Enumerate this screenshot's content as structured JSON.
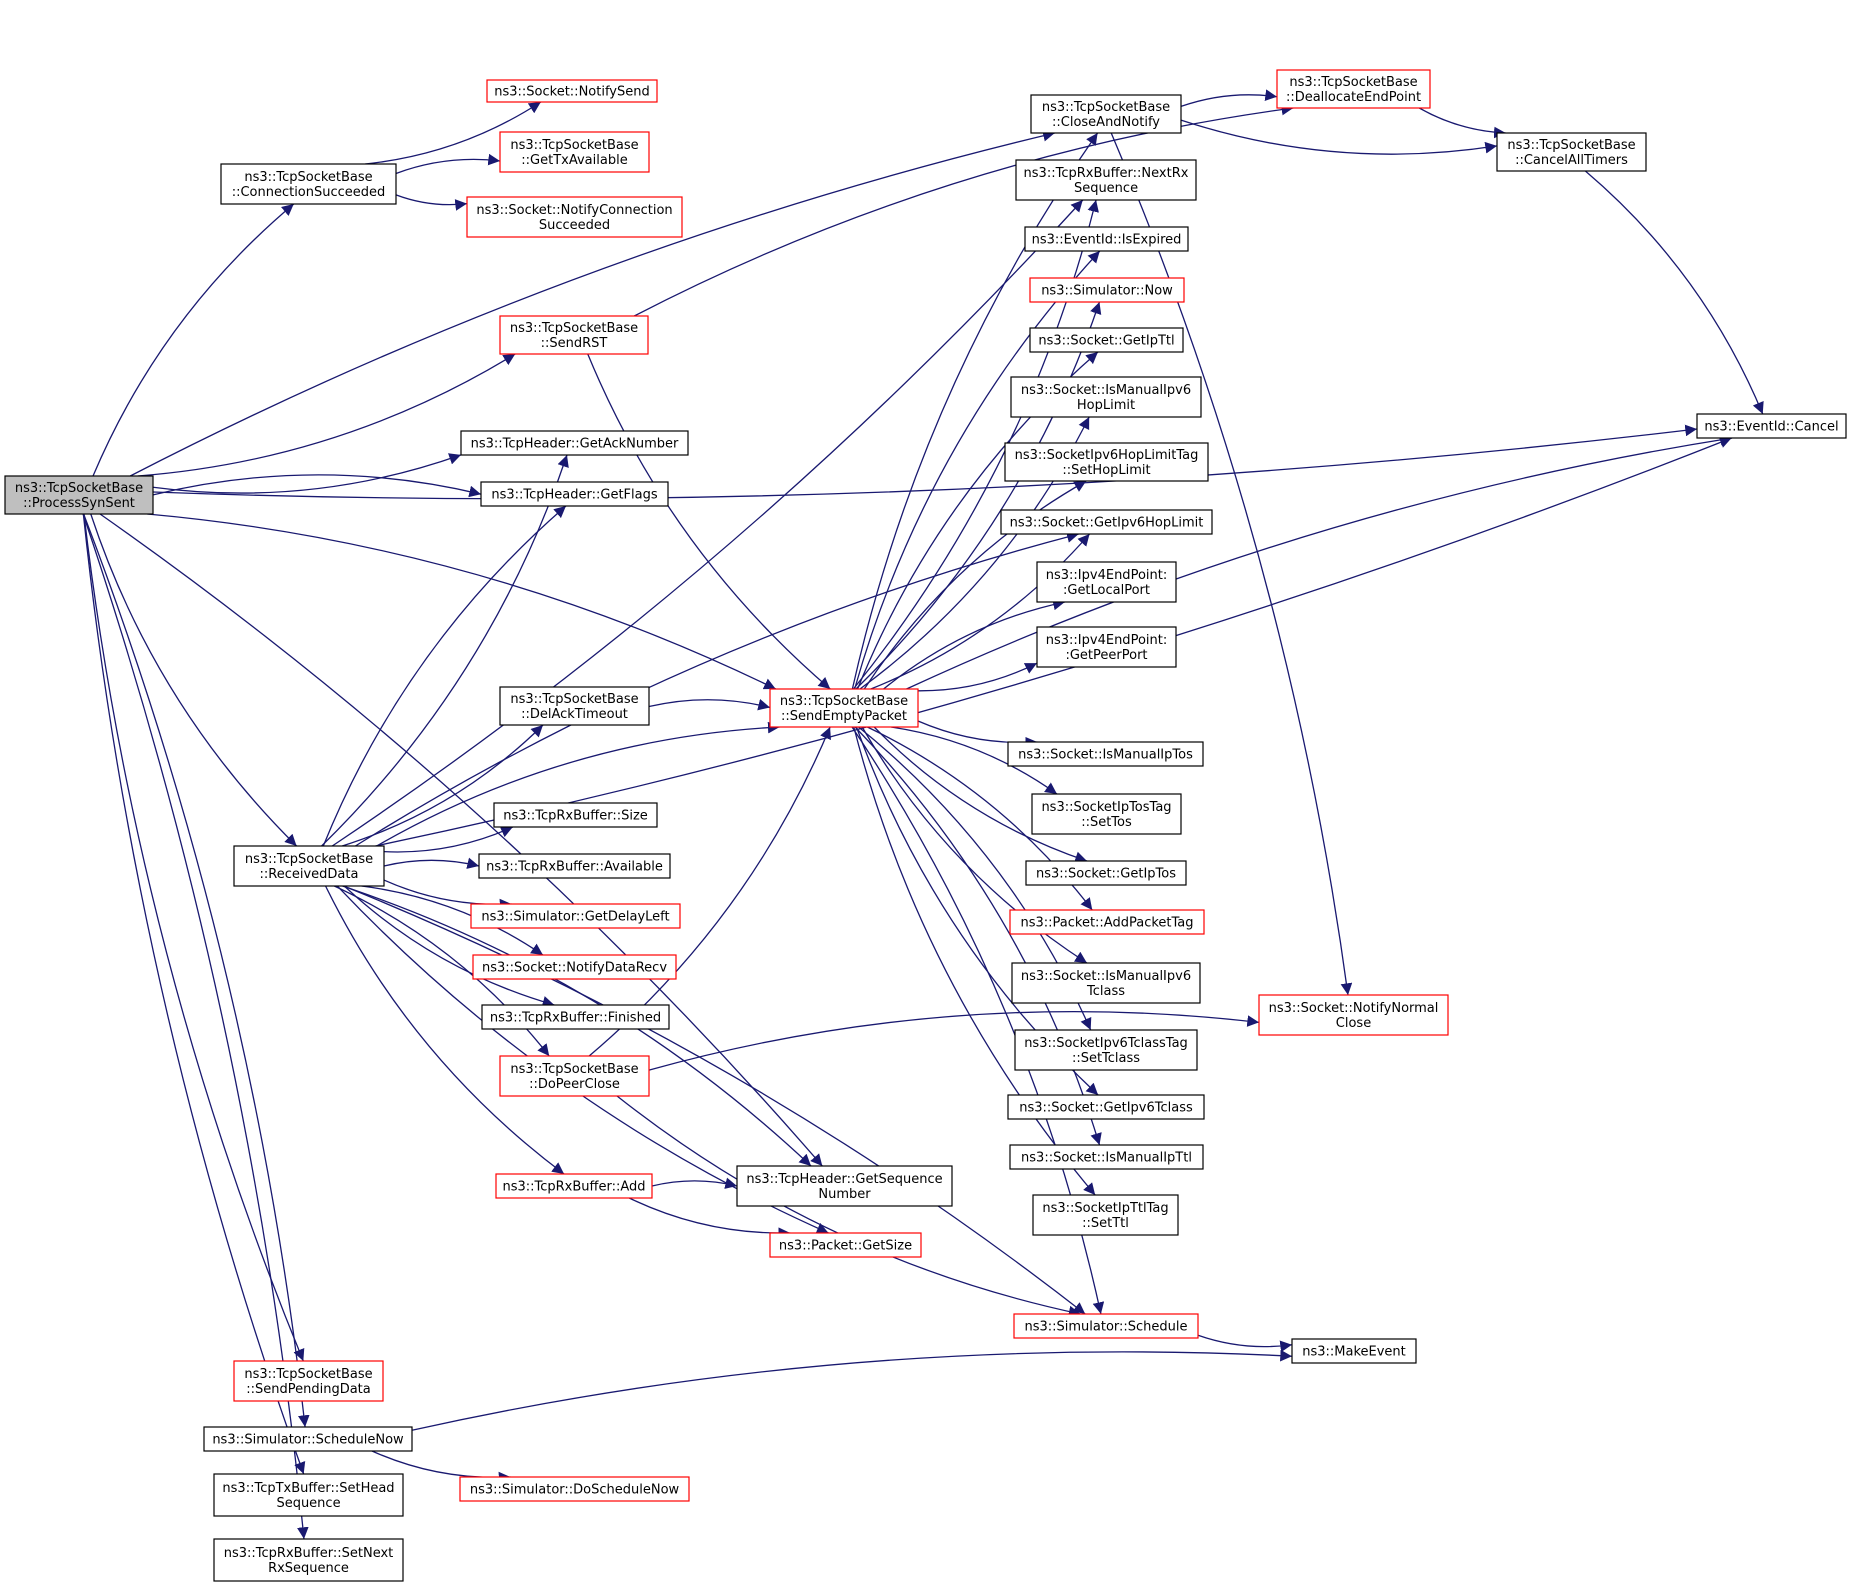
{
  "diagram": {
    "colors": {
      "edge": "#191970",
      "root_fill": "#bfbfbf",
      "root_border": "#000000",
      "normal_border": "#000000",
      "red_border": "#ff0000",
      "node_fill": "#ffffff"
    },
    "nodes": [
      {
        "id": "processsynsent",
        "lines": [
          "ns3::TcpSocketBase",
          "::ProcessSynSent"
        ],
        "style": "root"
      },
      {
        "id": "connectionsucceeded",
        "lines": [
          "ns3::TcpSocketBase",
          "::ConnectionSucceeded"
        ],
        "style": "black"
      },
      {
        "id": "notifysend",
        "lines": [
          "ns3::Socket::NotifySend"
        ],
        "style": "red"
      },
      {
        "id": "gettxavailable",
        "lines": [
          "ns3::TcpSocketBase",
          "::GetTxAvailable"
        ],
        "style": "red"
      },
      {
        "id": "notifyconnectionsucceeded",
        "lines": [
          "ns3::Socket::NotifyConnection",
          "Succeeded"
        ],
        "style": "red"
      },
      {
        "id": "sendrst",
        "lines": [
          "ns3::TcpSocketBase",
          "::SendRST"
        ],
        "style": "red"
      },
      {
        "id": "getacknumber",
        "lines": [
          "ns3::TcpHeader::GetAckNumber"
        ],
        "style": "black"
      },
      {
        "id": "getflags",
        "lines": [
          "ns3::TcpHeader::GetFlags"
        ],
        "style": "black"
      },
      {
        "id": "delacktimeout",
        "lines": [
          "ns3::TcpSocketBase",
          "::DelAckTimeout"
        ],
        "style": "black"
      },
      {
        "id": "sendemptypacket",
        "lines": [
          "ns3::TcpSocketBase",
          "::SendEmptyPacket"
        ],
        "style": "red"
      },
      {
        "id": "receiveddata",
        "lines": [
          "ns3::TcpSocketBase",
          "::ReceivedData"
        ],
        "style": "black"
      },
      {
        "id": "rxbuffersize",
        "lines": [
          "ns3::TcpRxBuffer::Size"
        ],
        "style": "black"
      },
      {
        "id": "rxbufferavailable",
        "lines": [
          "ns3::TcpRxBuffer::Available"
        ],
        "style": "black"
      },
      {
        "id": "getdelayleft",
        "lines": [
          "ns3::Simulator::GetDelayLeft"
        ],
        "style": "red"
      },
      {
        "id": "notifydatarecv",
        "lines": [
          "ns3::Socket::NotifyDataRecv"
        ],
        "style": "red"
      },
      {
        "id": "rxbufferfinished",
        "lines": [
          "ns3::TcpRxBuffer::Finished"
        ],
        "style": "black"
      },
      {
        "id": "dopeerclose",
        "lines": [
          "ns3::TcpSocketBase",
          "::DoPeerClose"
        ],
        "style": "red"
      },
      {
        "id": "rxbufferadd",
        "lines": [
          "ns3::TcpRxBuffer::Add"
        ],
        "style": "red"
      },
      {
        "id": "getsequencenumber",
        "lines": [
          "ns3::TcpHeader::GetSequence",
          "Number"
        ],
        "style": "black"
      },
      {
        "id": "packetgetsize",
        "lines": [
          "ns3::Packet::GetSize"
        ],
        "style": "red"
      },
      {
        "id": "sendpendingdata",
        "lines": [
          "ns3::TcpSocketBase",
          "::SendPendingData"
        ],
        "style": "red"
      },
      {
        "id": "schedulenow",
        "lines": [
          "ns3::Simulator::ScheduleNow"
        ],
        "style": "black"
      },
      {
        "id": "doschedulenow",
        "lines": [
          "ns3::Simulator::DoScheduleNow"
        ],
        "style": "red"
      },
      {
        "id": "setheadsequence",
        "lines": [
          "ns3::TcpTxBuffer::SetHead",
          "Sequence"
        ],
        "style": "black"
      },
      {
        "id": "setnextrxsequence",
        "lines": [
          "ns3::TcpRxBuffer::SetNext",
          "RxSequence"
        ],
        "style": "black"
      },
      {
        "id": "closeandnotify",
        "lines": [
          "ns3::TcpSocketBase",
          "::CloseAndNotify"
        ],
        "style": "black"
      },
      {
        "id": "deallocateendpoint",
        "lines": [
          "ns3::TcpSocketBase",
          "::DeallocateEndPoint"
        ],
        "style": "red"
      },
      {
        "id": "cancelalltimers",
        "lines": [
          "ns3::TcpSocketBase",
          "::CancelAllTimers"
        ],
        "style": "black"
      },
      {
        "id": "eventidcancel",
        "lines": [
          "ns3::EventId::Cancel"
        ],
        "style": "black"
      },
      {
        "id": "nextrxsequence",
        "lines": [
          "ns3::TcpRxBuffer::NextRx",
          "Sequence"
        ],
        "style": "black"
      },
      {
        "id": "isexpired",
        "lines": [
          "ns3::EventId::IsExpired"
        ],
        "style": "black"
      },
      {
        "id": "simulatornow",
        "lines": [
          "ns3::Simulator::Now"
        ],
        "style": "red"
      },
      {
        "id": "getipttl",
        "lines": [
          "ns3::Socket::GetIpTtl"
        ],
        "style": "black"
      },
      {
        "id": "ismanualipv6hoplimit",
        "lines": [
          "ns3::Socket::IsManualIpv6",
          "HopLimit"
        ],
        "style": "black"
      },
      {
        "id": "sethoplimit",
        "lines": [
          "ns3::SocketIpv6HopLimitTag",
          "::SetHopLimit"
        ],
        "style": "black"
      },
      {
        "id": "getipv6hoplimit",
        "lines": [
          "ns3::Socket::GetIpv6HopLimit"
        ],
        "style": "black"
      },
      {
        "id": "getlocalport",
        "lines": [
          "ns3::Ipv4EndPoint:",
          ":GetLocalPort"
        ],
        "style": "black"
      },
      {
        "id": "getpeerport",
        "lines": [
          "ns3::Ipv4EndPoint:",
          ":GetPeerPort"
        ],
        "style": "black"
      },
      {
        "id": "ismanualiptos",
        "lines": [
          "ns3::Socket::IsManualIpTos"
        ],
        "style": "black"
      },
      {
        "id": "settos",
        "lines": [
          "ns3::SocketIpTosTag",
          "::SetTos"
        ],
        "style": "black"
      },
      {
        "id": "getiptos",
        "lines": [
          "ns3::Socket::GetIpTos"
        ],
        "style": "black"
      },
      {
        "id": "addpackettag",
        "lines": [
          "ns3::Packet::AddPacketTag"
        ],
        "style": "red"
      },
      {
        "id": "ismanualipv6tclass",
        "lines": [
          "ns3::Socket::IsManualIpv6",
          "Tclass"
        ],
        "style": "black"
      },
      {
        "id": "settclass",
        "lines": [
          "ns3::SocketIpv6TclassTag",
          "::SetTclass"
        ],
        "style": "black"
      },
      {
        "id": "getipv6tclass",
        "lines": [
          "ns3::Socket::GetIpv6Tclass"
        ],
        "style": "black"
      },
      {
        "id": "ismanualipttl",
        "lines": [
          "ns3::Socket::IsManualIpTtl"
        ],
        "style": "black"
      },
      {
        "id": "setttl",
        "lines": [
          "ns3::SocketIpTtlTag",
          "::SetTtl"
        ],
        "style": "black"
      },
      {
        "id": "notifynormalclose",
        "lines": [
          "ns3::Socket::NotifyNormal",
          "Close"
        ],
        "style": "red"
      },
      {
        "id": "simulatorschedule",
        "lines": [
          "ns3::Simulator::Schedule"
        ],
        "style": "red"
      },
      {
        "id": "makeevent",
        "lines": [
          "ns3::MakeEvent"
        ],
        "style": "black"
      }
    ],
    "edges": [
      [
        "processsynsent",
        "connectionsucceeded"
      ],
      [
        "processsynsent",
        "sendrst"
      ],
      [
        "processsynsent",
        "closeandnotify"
      ],
      [
        "processsynsent",
        "eventidcancel"
      ],
      [
        "processsynsent",
        "sendemptypacket"
      ],
      [
        "processsynsent",
        "getacknumber"
      ],
      [
        "processsynsent",
        "getflags"
      ],
      [
        "processsynsent",
        "receiveddata"
      ],
      [
        "processsynsent",
        "getsequencenumber"
      ],
      [
        "processsynsent",
        "sendpendingdata"
      ],
      [
        "processsynsent",
        "schedulenow"
      ],
      [
        "processsynsent",
        "setheadsequence"
      ],
      [
        "processsynsent",
        "setnextrxsequence"
      ],
      [
        "connectionsucceeded",
        "notifysend"
      ],
      [
        "connectionsucceeded",
        "gettxavailable"
      ],
      [
        "connectionsucceeded",
        "notifyconnectionsucceeded"
      ],
      [
        "sendrst",
        "deallocateendpoint"
      ],
      [
        "sendrst",
        "sendemptypacket"
      ],
      [
        "closeandnotify",
        "deallocateendpoint"
      ],
      [
        "closeandnotify",
        "cancelalltimers"
      ],
      [
        "closeandnotify",
        "notifynormalclose"
      ],
      [
        "deallocateendpoint",
        "cancelalltimers"
      ],
      [
        "cancelalltimers",
        "eventidcancel"
      ],
      [
        "receiveddata",
        "getacknumber"
      ],
      [
        "receiveddata",
        "getflags"
      ],
      [
        "receiveddata",
        "nextrxsequence"
      ],
      [
        "receiveddata",
        "getipv6hoplimit"
      ],
      [
        "receiveddata",
        "delacktimeout"
      ],
      [
        "receiveddata",
        "sendemptypacket"
      ],
      [
        "receiveddata",
        "rxbuffersize"
      ],
      [
        "receiveddata",
        "rxbufferavailable"
      ],
      [
        "receiveddata",
        "getdelayleft"
      ],
      [
        "receiveddata",
        "notifydatarecv"
      ],
      [
        "receiveddata",
        "rxbufferfinished"
      ],
      [
        "receiveddata",
        "dopeerclose"
      ],
      [
        "receiveddata",
        "rxbufferadd"
      ],
      [
        "receiveddata",
        "getsequencenumber"
      ],
      [
        "receiveddata",
        "packetgetsize"
      ],
      [
        "receiveddata",
        "simulatorschedule"
      ],
      [
        "receiveddata",
        "eventidcancel"
      ],
      [
        "delacktimeout",
        "sendemptypacket"
      ],
      [
        "dopeerclose",
        "sendemptypacket"
      ],
      [
        "dopeerclose",
        "notifynormalclose"
      ],
      [
        "dopeerclose",
        "simulatorschedule"
      ],
      [
        "rxbufferadd",
        "getsequencenumber"
      ],
      [
        "rxbufferadd",
        "packetgetsize"
      ],
      [
        "sendemptypacket",
        "closeandnotify"
      ],
      [
        "sendemptypacket",
        "nextrxsequence"
      ],
      [
        "sendemptypacket",
        "isexpired"
      ],
      [
        "sendemptypacket",
        "simulatornow"
      ],
      [
        "sendemptypacket",
        "getipttl"
      ],
      [
        "sendemptypacket",
        "ismanualipv6hoplimit"
      ],
      [
        "sendemptypacket",
        "sethoplimit"
      ],
      [
        "sendemptypacket",
        "getipv6hoplimit"
      ],
      [
        "sendemptypacket",
        "getlocalport"
      ],
      [
        "sendemptypacket",
        "getpeerport"
      ],
      [
        "sendemptypacket",
        "eventidcancel"
      ],
      [
        "sendemptypacket",
        "ismanualiptos"
      ],
      [
        "sendemptypacket",
        "settos"
      ],
      [
        "sendemptypacket",
        "getiptos"
      ],
      [
        "sendemptypacket",
        "addpackettag"
      ],
      [
        "sendemptypacket",
        "ismanualipv6tclass"
      ],
      [
        "sendemptypacket",
        "settclass"
      ],
      [
        "sendemptypacket",
        "getipv6tclass"
      ],
      [
        "sendemptypacket",
        "ismanualipttl"
      ],
      [
        "sendemptypacket",
        "setttl"
      ],
      [
        "sendemptypacket",
        "simulatorschedule"
      ],
      [
        "simulatorschedule",
        "makeevent"
      ],
      [
        "schedulenow",
        "makeevent"
      ],
      [
        "schedulenow",
        "doschedulenow"
      ]
    ]
  }
}
